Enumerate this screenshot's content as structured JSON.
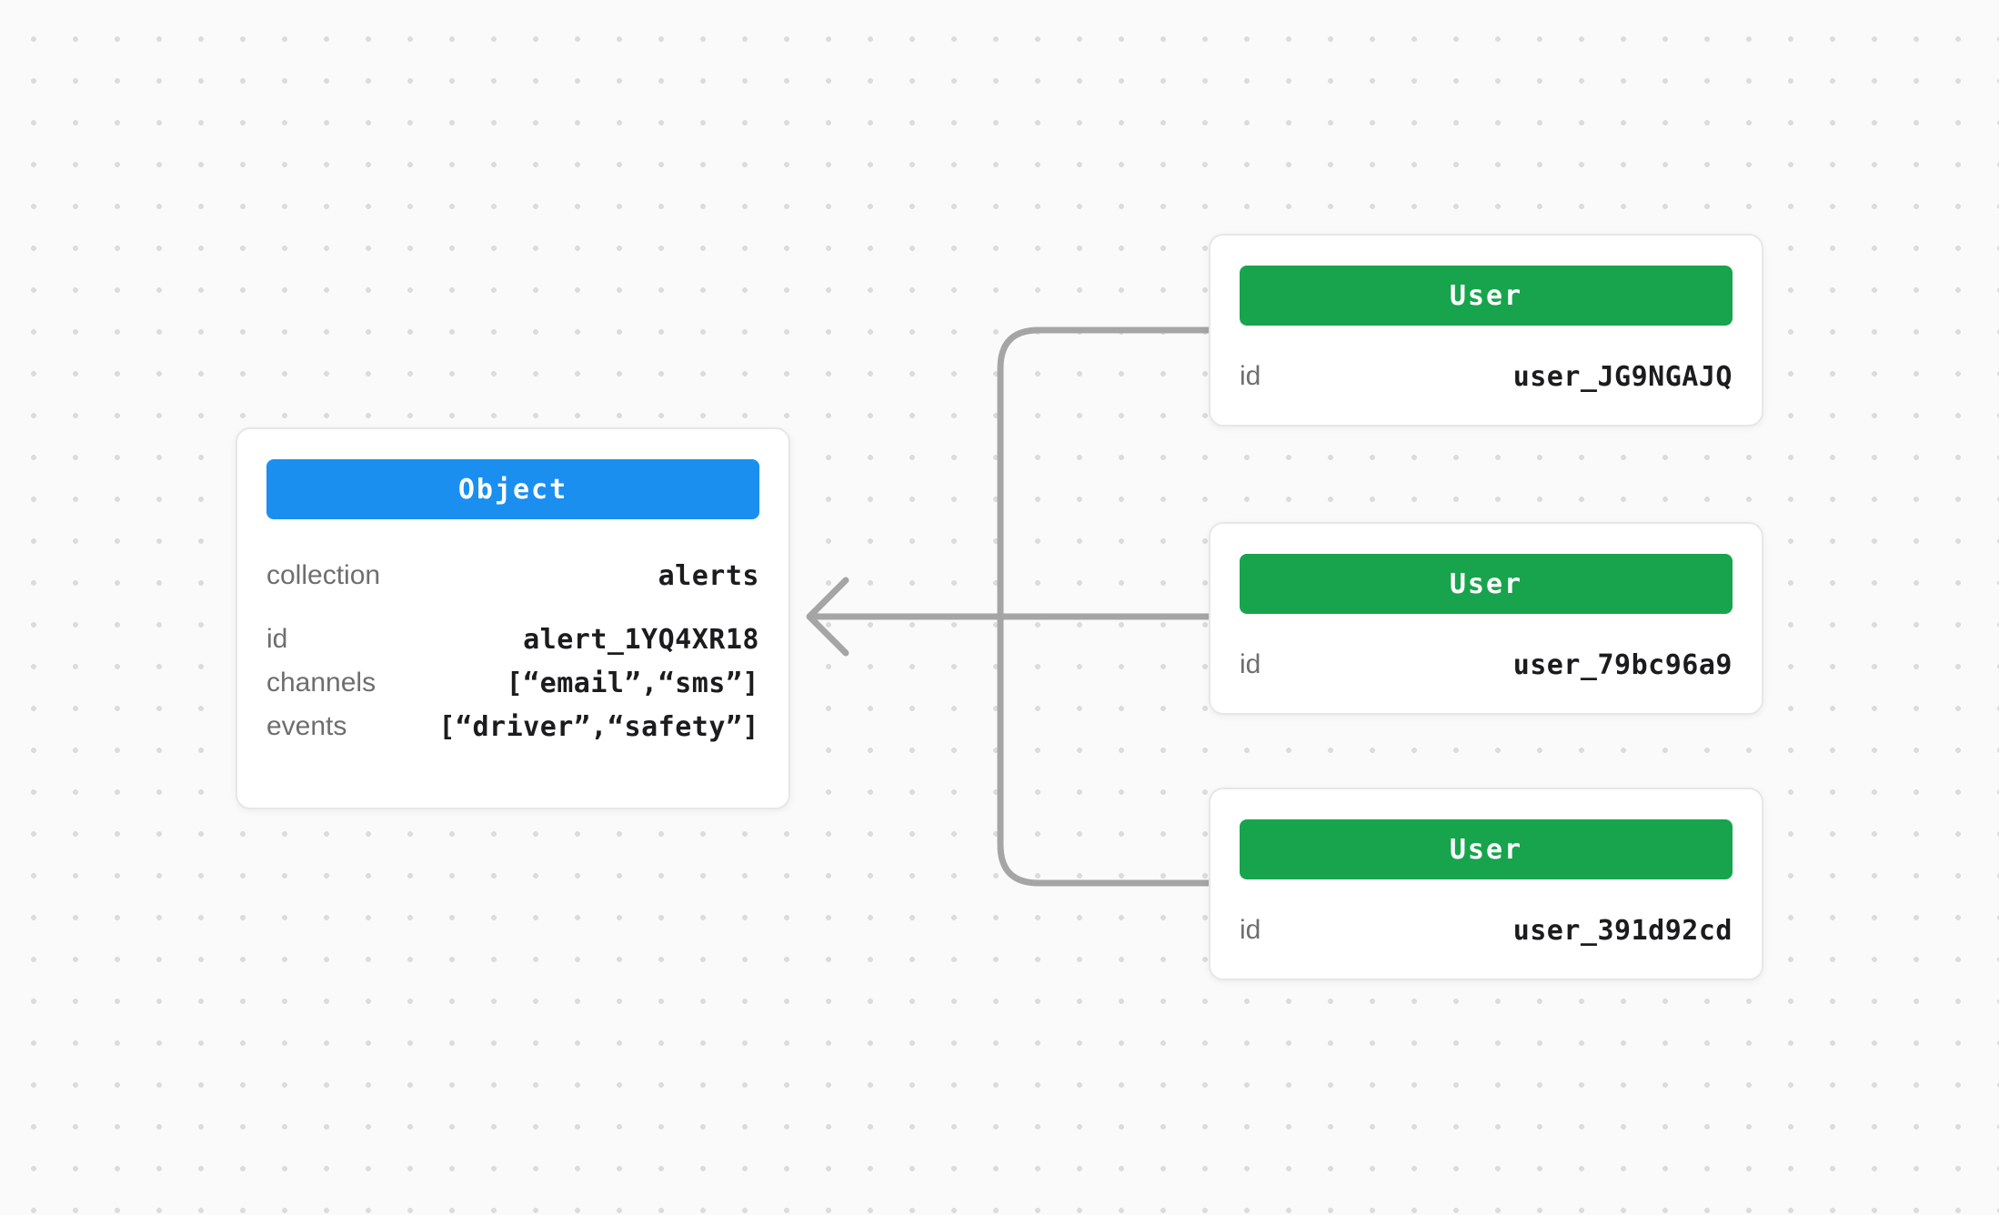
{
  "diagram": {
    "background_color": "#fafafa",
    "dot_color": "#dcdcdc",
    "connector_color": "#a5a5a5",
    "object_node": {
      "title": "Object",
      "header_color": "#1a8fef",
      "fields": [
        {
          "label": "collection",
          "value": "alerts"
        },
        {
          "label": "id",
          "value": "alert_1YQ4XR18"
        },
        {
          "label": "channels",
          "value": "[“email”,“sms”]"
        },
        {
          "label": "events",
          "value": "[“driver”,“safety”]"
        }
      ]
    },
    "user_nodes": [
      {
        "title": "User",
        "header_color": "#17a44d",
        "fields": [
          {
            "label": "id",
            "value": "user_JG9NGAJQ"
          }
        ]
      },
      {
        "title": "User",
        "header_color": "#17a44d",
        "fields": [
          {
            "label": "id",
            "value": "user_79bc96a9"
          }
        ]
      },
      {
        "title": "User",
        "header_color": "#17a44d",
        "fields": [
          {
            "label": "id",
            "value": "user_391d92cd"
          }
        ]
      }
    ]
  }
}
